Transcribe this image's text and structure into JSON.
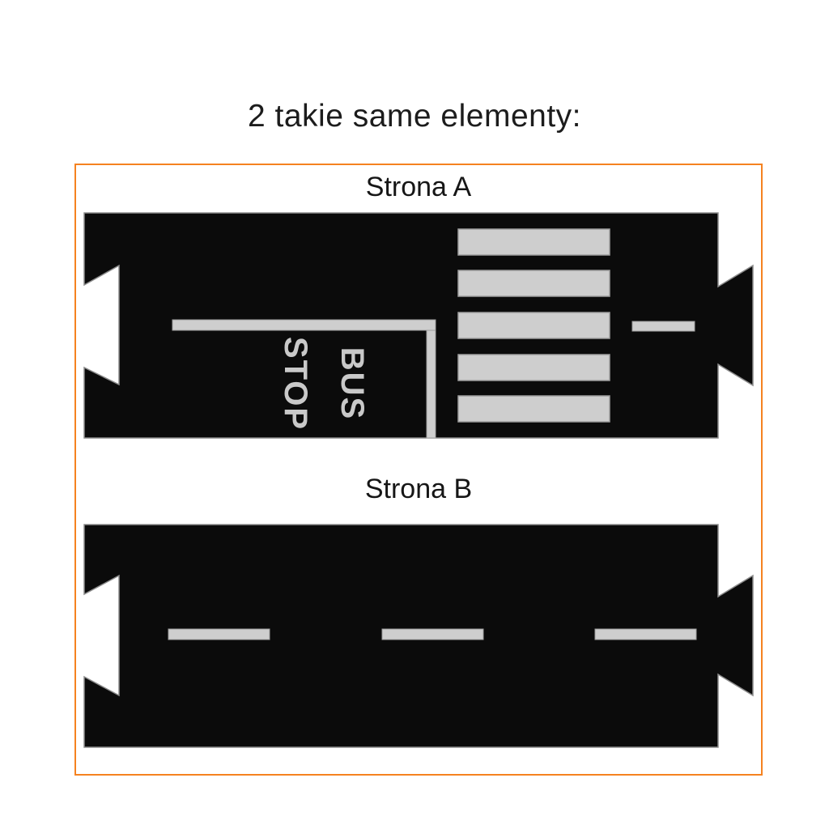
{
  "title": "2 takie same elementy:",
  "frame": {
    "side_a": {
      "label": "Strona A",
      "bus_sign": {
        "line1": "BUS",
        "line2": "STOP"
      },
      "zebra_stripe_count": 5,
      "center_dash_count": 1
    },
    "side_b": {
      "label": "Strona B",
      "center_dash_count": 3
    }
  },
  "colors": {
    "frame_border": "#F58220",
    "road_black": "#0B0B0B",
    "road_outline_gray": "#8C8C8C",
    "marking_gray": "#CECECE",
    "marking_edge_gray": "#9E9E9E",
    "sign_text_gray": "#C9C9C9",
    "title_text": "#1C1C1C"
  }
}
